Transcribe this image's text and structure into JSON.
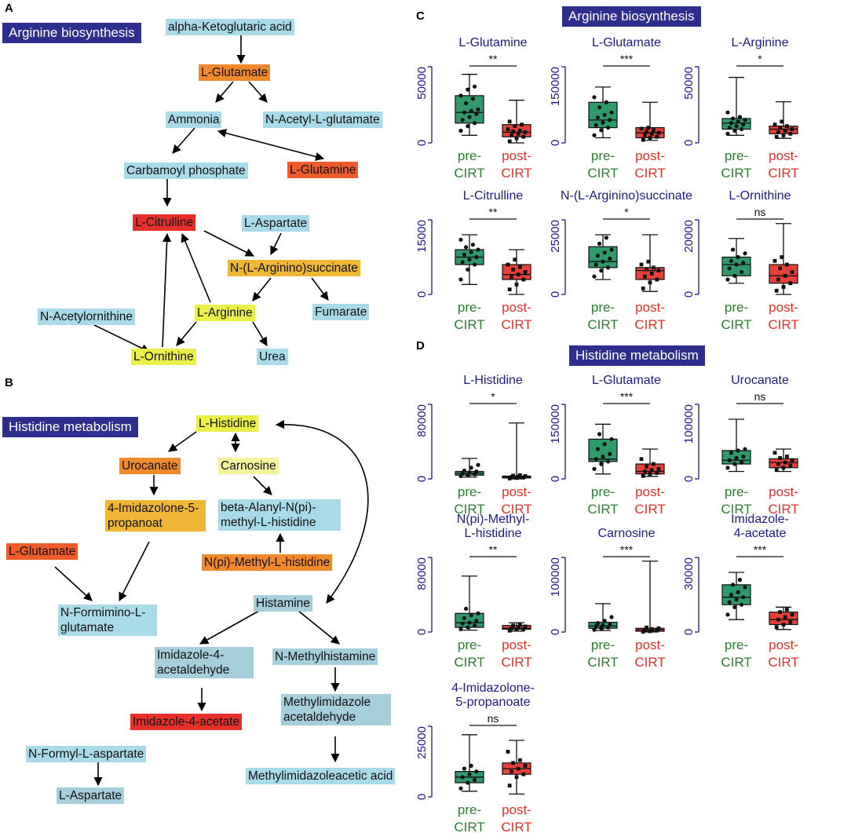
{
  "colors": {
    "banner": "#2e2e8f",
    "cyan": "#a8dbe9",
    "steel": "#a6cfdc",
    "orange": "#f08a2c",
    "redorange": "#ef5b2b",
    "red": "#e8302a",
    "yellow": "#ebef4a",
    "paleyellow": "#f3f39c",
    "gold": "#f0b636",
    "pre_fill": "#2e9a6c",
    "post_fill": "#e8413a",
    "pre_text": "#2e7d32",
    "post_text": "#e8302a",
    "axis": "#1a1a8c"
  },
  "panels": {
    "A": {
      "label": "A",
      "title": "Arginine biosynthesis"
    },
    "B": {
      "label": "B",
      "title": "Histidine metabolism"
    },
    "C": {
      "label": "C",
      "title": "Arginine biosynthesis"
    },
    "D": {
      "label": "D",
      "title": "Histidine metabolism"
    }
  },
  "pathway_a": {
    "nodes": {
      "akg": "alpha-Ketoglutaric acid",
      "glu": "L-Glutamate",
      "ammonia": "Ammonia",
      "nag": "N-Acetyl-L-glutamate",
      "carb": "Carbamoyl phosphate",
      "gln": "L-Glutamine",
      "cit": "L-Citrulline",
      "asp": "L-Aspartate",
      "argsucc": "N-(L-Arginino)succinate",
      "arg": "L-Arginine",
      "fum": "Fumarate",
      "naorn": "N-Acetylornithine",
      "orn": "L-Ornithine",
      "urea": "Urea"
    }
  },
  "pathway_b": {
    "nodes": {
      "his": "L-Histidine",
      "uro": "Urocanate",
      "carn": "Carnosine",
      "imz5": "4-Imidazolone-5-propanoat",
      "ban": "beta-Alanyl-N(pi)-methyl-L-histidine",
      "glu": "L-Glutamate",
      "npmh": "N(pi)-Methyl-L-histidine",
      "nfg": "N-Formimino-L-glutamate",
      "hist": "Histamine",
      "imzald": "Imidazole-4-acetaldehyde",
      "nmh": "N-Methylhistamine",
      "imzac": "Imidazole-4-acetate",
      "mia": "Methylimidazole acetaldehyde",
      "nfasp": "N-Formyl-L-aspartate",
      "asp": "L-Aspartate",
      "miaa": "Methylimidazoleacetic acid"
    }
  },
  "group_labels": {
    "pre": "pre-CIRT",
    "post": "post-CIRT"
  },
  "chart_data": [
    {
      "type": "box",
      "panel": "C",
      "title": "L-Glutamine",
      "ylim": [
        0,
        50000
      ],
      "yticks": [
        0,
        50000
      ],
      "tick_labels": [
        "0",
        "50000"
      ],
      "significance": "**",
      "groups": [
        {
          "name": "pre-CIRT",
          "min": 5000,
          "q1": 13000,
          "median": 20000,
          "q3": 31000,
          "max": 45000,
          "points": [
            8000,
            11000,
            13000,
            15000,
            17000,
            19000,
            20000,
            21000,
            22000,
            26000,
            29000,
            31000,
            35000,
            37000
          ]
        },
        {
          "name": "post-CIRT",
          "min": 0,
          "q1": 4000,
          "median": 7000,
          "q3": 12000,
          "max": 28000,
          "points": [
            1000,
            3000,
            4000,
            5000,
            6000,
            7000,
            7500,
            8000,
            9000,
            11000,
            12000,
            14000
          ]
        }
      ]
    },
    {
      "type": "box",
      "panel": "C",
      "title": "L-Glutamate",
      "ylim": [
        0,
        150000
      ],
      "yticks": [
        0,
        150000
      ],
      "tick_labels": [
        "0",
        "150000"
      ],
      "significance": "***",
      "groups": [
        {
          "name": "pre-CIRT",
          "min": 10000,
          "q1": 30000,
          "median": 45000,
          "q3": 80000,
          "max": 110000,
          "points": [
            15000,
            25000,
            30000,
            35000,
            40000,
            45000,
            50000,
            55000,
            60000,
            70000,
            80000,
            90000
          ]
        },
        {
          "name": "post-CIRT",
          "min": 5000,
          "q1": 10000,
          "median": 20000,
          "q3": 30000,
          "max": 80000,
          "points": [
            6000,
            10000,
            12000,
            15000,
            18000,
            20000,
            22000,
            25000,
            28000,
            30000
          ]
        }
      ]
    },
    {
      "type": "box",
      "panel": "C",
      "title": "L-Arginine",
      "ylim": [
        0,
        50000
      ],
      "yticks": [
        0,
        50000
      ],
      "tick_labels": [
        "0",
        "50000"
      ],
      "significance": "*",
      "groups": [
        {
          "name": "pre-CIRT",
          "min": 5000,
          "q1": 9000,
          "median": 13000,
          "q3": 16000,
          "max": 43000,
          "points": [
            6000,
            8000,
            9000,
            10000,
            11000,
            12000,
            13000,
            14000,
            15000,
            16000,
            17000,
            20000
          ]
        },
        {
          "name": "post-CIRT",
          "min": 3000,
          "q1": 6000,
          "median": 9000,
          "q3": 11000,
          "max": 27000,
          "points": [
            4000,
            5000,
            6000,
            7000,
            8000,
            9000,
            10000,
            11000,
            12000,
            14000
          ]
        }
      ]
    },
    {
      "type": "box",
      "panel": "C",
      "title": "L-Citrulline",
      "ylim": [
        0,
        15000
      ],
      "yticks": [
        0,
        15000
      ],
      "tick_labels": [
        "0",
        "15000"
      ],
      "significance": "**",
      "groups": [
        {
          "name": "pre-CIRT",
          "min": 2000,
          "q1": 6000,
          "median": 7500,
          "q3": 9000,
          "max": 12000,
          "points": [
            3000,
            5000,
            6000,
            6500,
            7000,
            7500,
            8000,
            8500,
            9000,
            9500,
            10000,
            11000
          ]
        },
        {
          "name": "post-CIRT",
          "min": 0,
          "q1": 3000,
          "median": 4000,
          "q3": 6000,
          "max": 9000,
          "points": [
            1000,
            2000,
            3000,
            3500,
            4000,
            4500,
            5000,
            5500,
            6000,
            7000
          ]
        }
      ]
    },
    {
      "type": "box",
      "panel": "C",
      "title": "N-(L-Arginino)succinate",
      "ylim": [
        0,
        25000
      ],
      "yticks": [
        0,
        25000
      ],
      "tick_labels": [
        "0",
        "25000"
      ],
      "significance": "*",
      "groups": [
        {
          "name": "pre-CIRT",
          "min": 5000,
          "q1": 9000,
          "median": 11000,
          "q3": 16000,
          "max": 20000,
          "points": [
            6000,
            8000,
            9000,
            10000,
            11000,
            12000,
            13000,
            14000,
            15000,
            17000,
            19000
          ]
        },
        {
          "name": "post-CIRT",
          "min": 1000,
          "q1": 5000,
          "median": 8000,
          "q3": 9000,
          "max": 20000,
          "points": [
            2000,
            4000,
            5000,
            6000,
            7000,
            8000,
            8500,
            9000,
            10000,
            11000
          ]
        }
      ]
    },
    {
      "type": "box",
      "panel": "C",
      "title": "L-Ornithine",
      "ylim": [
        0,
        20000
      ],
      "yticks": [
        0,
        20000
      ],
      "tick_labels": [
        "0",
        "20000"
      ],
      "significance": "ns",
      "groups": [
        {
          "name": "pre-CIRT",
          "min": 3000,
          "q1": 5000,
          "median": 8000,
          "q3": 10000,
          "max": 15000,
          "points": [
            4000,
            5000,
            6000,
            7000,
            8000,
            8500,
            9000,
            10000,
            11000,
            12000
          ]
        },
        {
          "name": "post-CIRT",
          "min": 0,
          "q1": 3000,
          "median": 5000,
          "q3": 8000,
          "max": 19000,
          "points": [
            1000,
            2000,
            3000,
            4000,
            5000,
            6000,
            7000,
            8000,
            9000,
            10000
          ]
        }
      ]
    },
    {
      "type": "box",
      "panel": "D",
      "title": "L-Histidine",
      "ylim": [
        0,
        80000
      ],
      "yticks": [
        0,
        80000
      ],
      "tick_labels": [
        "0",
        "80000"
      ],
      "significance": "*",
      "groups": [
        {
          "name": "pre-CIRT",
          "min": 2000,
          "q1": 4000,
          "median": 6000,
          "q3": 8000,
          "max": 22000,
          "points": [
            3000,
            4000,
            5000,
            6000,
            7000,
            8000,
            9000,
            12000,
            15000
          ]
        },
        {
          "name": "post-CIRT",
          "min": 0,
          "q1": 1000,
          "median": 2000,
          "q3": 3000,
          "max": 60000,
          "points": [
            500,
            1000,
            1500,
            2000,
            2500,
            3000,
            3500,
            4000
          ]
        }
      ]
    },
    {
      "type": "box",
      "panel": "D",
      "title": "L-Glutamate",
      "ylim": [
        0,
        150000
      ],
      "yticks": [
        0,
        150000
      ],
      "tick_labels": [
        "0",
        "150000"
      ],
      "significance": "***",
      "groups": [
        {
          "name": "pre-CIRT",
          "min": 10000,
          "q1": 35000,
          "median": 40000,
          "q3": 80000,
          "max": 110000,
          "points": [
            20000,
            30000,
            35000,
            40000,
            45000,
            50000,
            60000,
            70000,
            80000,
            90000
          ]
        },
        {
          "name": "post-CIRT",
          "min": 5000,
          "q1": 10000,
          "median": 15000,
          "q3": 30000,
          "max": 60000,
          "points": [
            6000,
            10000,
            12000,
            15000,
            18000,
            20000,
            25000,
            30000,
            40000
          ]
        }
      ]
    },
    {
      "type": "box",
      "panel": "D",
      "title": "Urocanate",
      "ylim": [
        0,
        100000
      ],
      "yticks": [
        0,
        100000
      ],
      "tick_labels": [
        "0",
        "100000"
      ],
      "significance": "ns",
      "groups": [
        {
          "name": "pre-CIRT",
          "min": 10000,
          "q1": 20000,
          "median": 25000,
          "q3": 38000,
          "max": 80000,
          "points": [
            15000,
            20000,
            22000,
            25000,
            28000,
            30000,
            35000,
            38000,
            40000
          ]
        },
        {
          "name": "post-CIRT",
          "min": 10000,
          "q1": 15000,
          "median": 22000,
          "q3": 27000,
          "max": 40000,
          "points": [
            12000,
            15000,
            18000,
            20000,
            22000,
            25000,
            28000,
            30000,
            35000
          ]
        }
      ]
    },
    {
      "type": "box",
      "panel": "D",
      "title": "N(pi)-Methyl-L-histidine",
      "ylim": [
        0,
        80000
      ],
      "yticks": [
        0,
        80000
      ],
      "tick_labels": [
        "0",
        "80000"
      ],
      "significance": "**",
      "groups": [
        {
          "name": "pre-CIRT",
          "min": 2000,
          "q1": 5000,
          "median": 10000,
          "q3": 20000,
          "max": 60000,
          "points": [
            3000,
            5000,
            7000,
            9000,
            10000,
            12000,
            15000,
            18000,
            20000,
            25000
          ]
        },
        {
          "name": "post-CIRT",
          "min": 1000,
          "q1": 3000,
          "median": 4000,
          "q3": 7000,
          "max": 10000,
          "points": [
            1500,
            2500,
            3000,
            4000,
            5000,
            6000,
            7000,
            8000
          ]
        }
      ]
    },
    {
      "type": "box",
      "panel": "D",
      "title": "Carnosine",
      "ylim": [
        0,
        100000
      ],
      "yticks": [
        0,
        100000
      ],
      "tick_labels": [
        "0",
        "100000"
      ],
      "significance": "***",
      "groups": [
        {
          "name": "pre-CIRT",
          "min": 2000,
          "q1": 5000,
          "median": 8000,
          "q3": 13000,
          "max": 38000,
          "points": [
            3000,
            5000,
            6000,
            8000,
            9000,
            10000,
            12000,
            15000,
            20000
          ]
        },
        {
          "name": "post-CIRT",
          "min": 0,
          "q1": 1000,
          "median": 3000,
          "q3": 5000,
          "max": 95000,
          "points": [
            500,
            1000,
            2000,
            3000,
            4000,
            5000,
            6000
          ]
        }
      ]
    },
    {
      "type": "box",
      "panel": "D",
      "title": "Imidazole-4-acetate",
      "ylim": [
        0,
        30000
      ],
      "yticks": [
        0,
        30000
      ],
      "tick_labels": [
        "0",
        "30000"
      ],
      "significance": "***",
      "groups": [
        {
          "name": "pre-CIRT",
          "min": 5000,
          "q1": 11000,
          "median": 14000,
          "q3": 19000,
          "max": 24000,
          "points": [
            7000,
            10000,
            11000,
            12000,
            13000,
            14000,
            15000,
            16000,
            18000,
            19000,
            21000
          ]
        },
        {
          "name": "post-CIRT",
          "min": 1000,
          "q1": 3000,
          "median": 5000,
          "q3": 8000,
          "max": 10000,
          "points": [
            2000,
            3000,
            4000,
            5000,
            6000,
            7000,
            8000,
            9000
          ]
        }
      ]
    },
    {
      "type": "box",
      "panel": "D",
      "title": "4-Imidazolone-5-propanoate",
      "ylim": [
        0,
        25000
      ],
      "yticks": [
        0,
        25000
      ],
      "tick_labels": [
        "0",
        "25000"
      ],
      "significance": "ns",
      "groups": [
        {
          "name": "pre-CIRT",
          "min": 2000,
          "q1": 5000,
          "median": 7000,
          "q3": 9000,
          "max": 22000,
          "points": [
            3000,
            5000,
            6000,
            7000,
            8000,
            9000,
            10000,
            11000
          ]
        },
        {
          "name": "post-CIRT",
          "min": 1000,
          "q1": 8000,
          "median": 10000,
          "q3": 12000,
          "max": 20000,
          "points": [
            4000,
            7000,
            8000,
            9000,
            10000,
            11000,
            12000,
            13000,
            16000
          ]
        }
      ]
    }
  ]
}
